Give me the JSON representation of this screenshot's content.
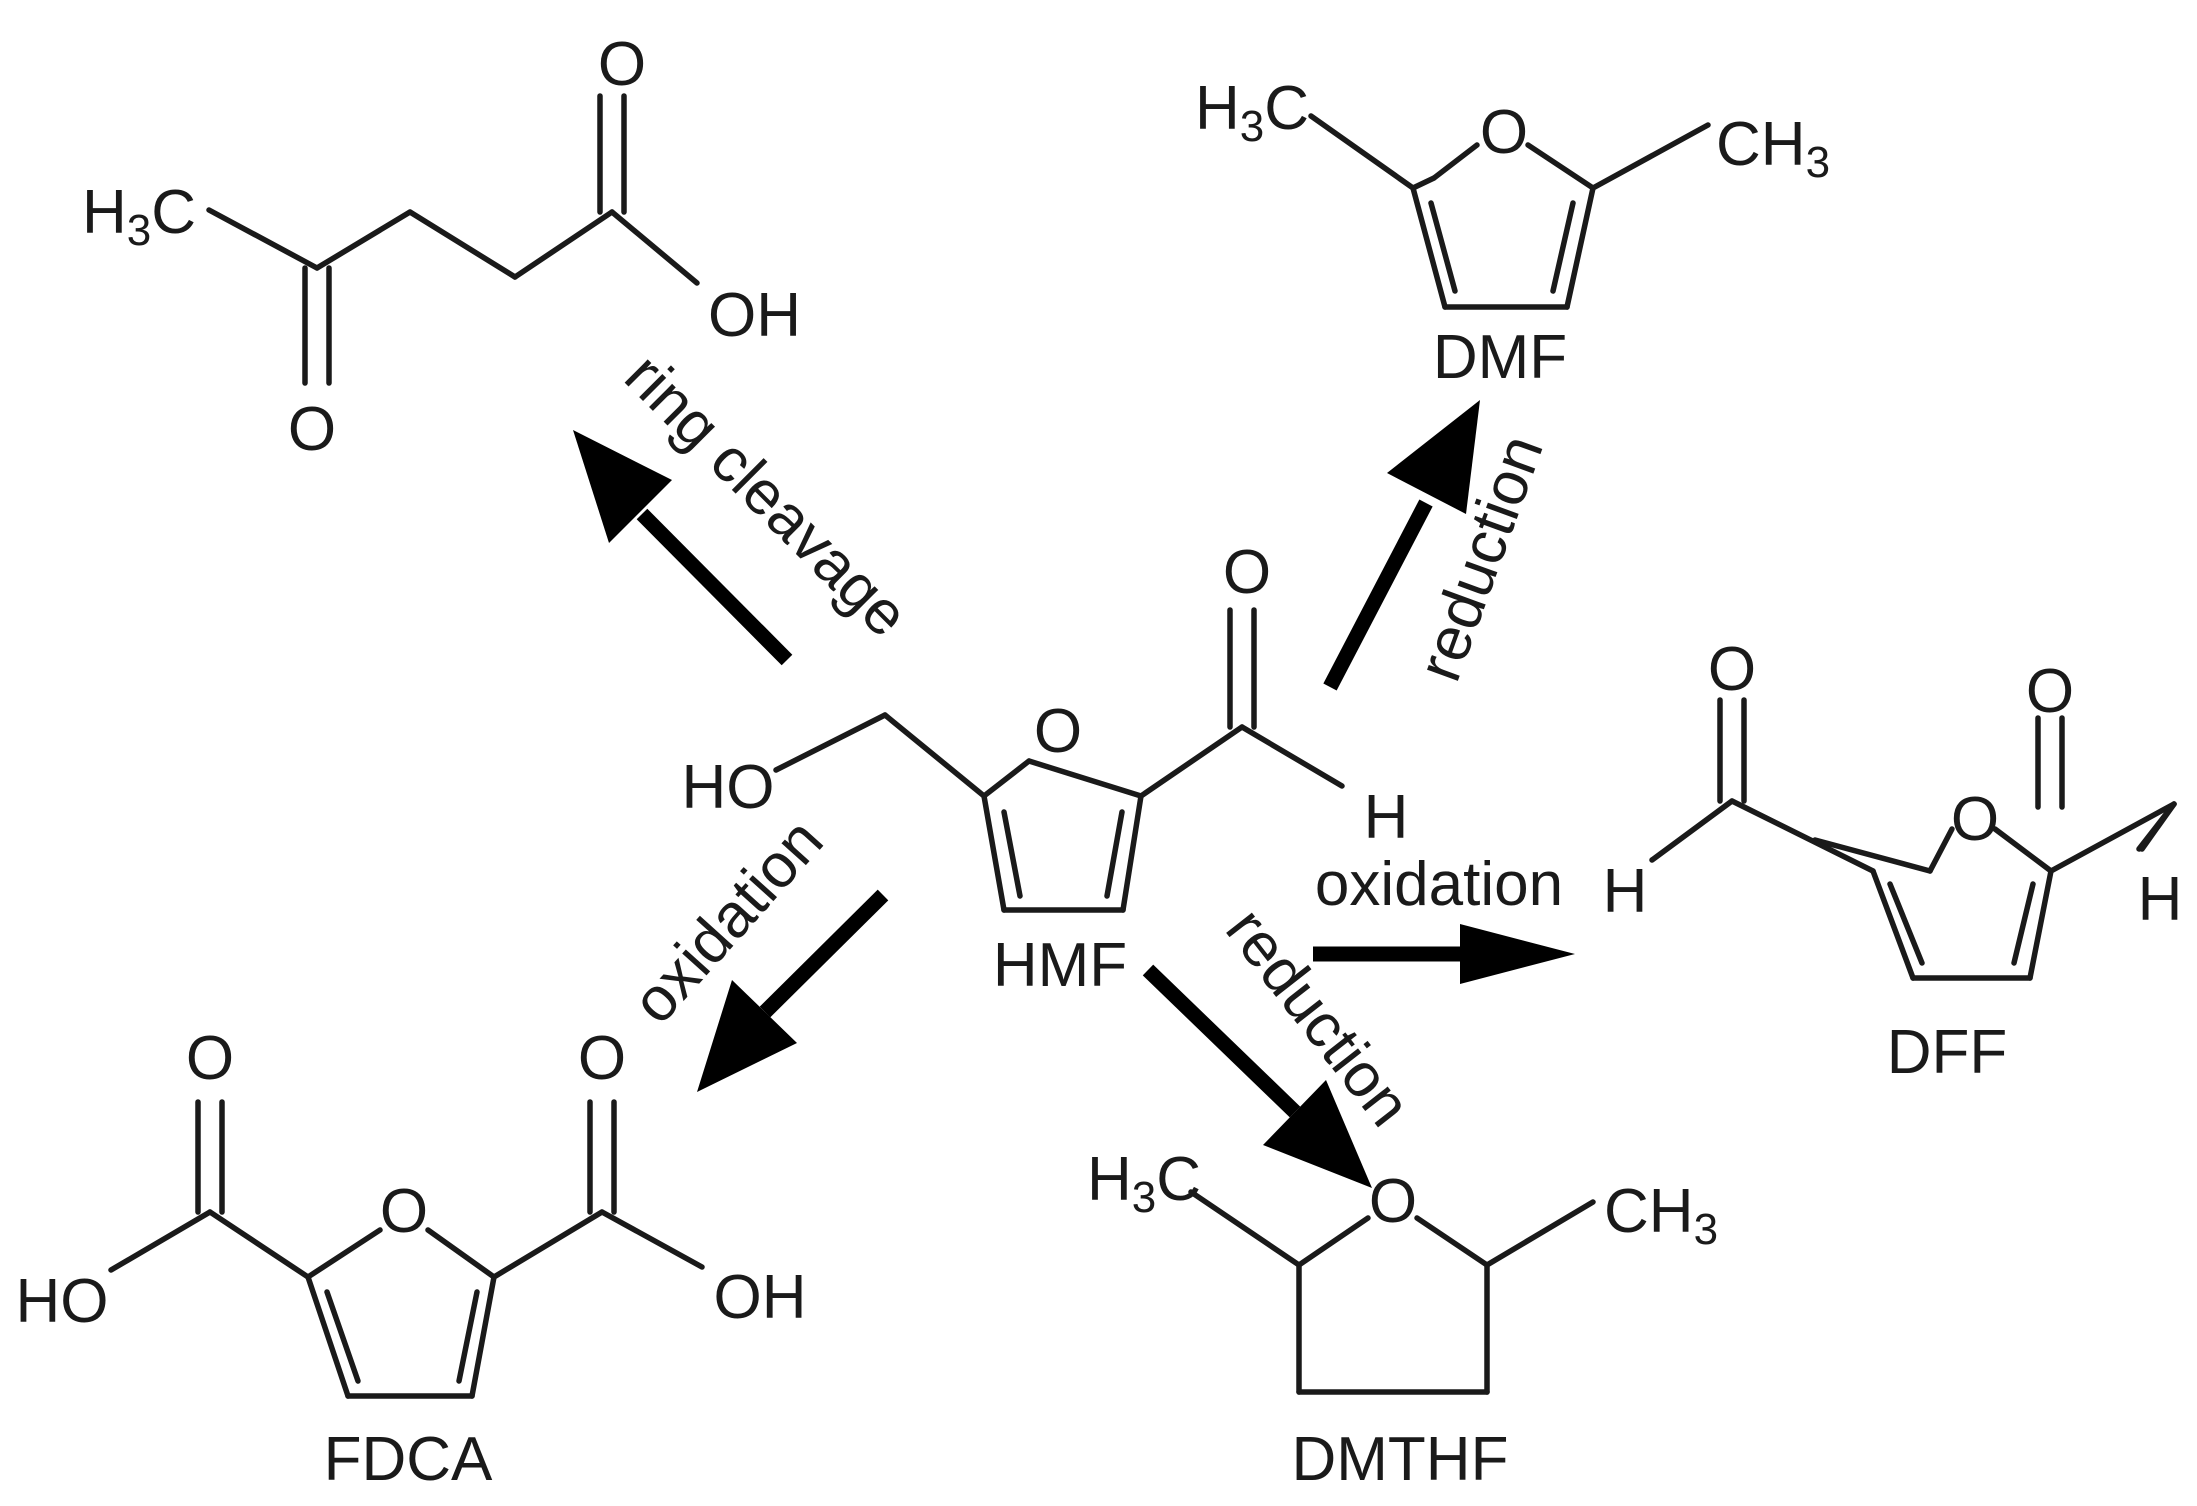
{
  "compounds": {
    "hmf": {
      "name": "HMF",
      "ho": "HO",
      "o_ring": "O",
      "o_ald": "O",
      "h": "H"
    },
    "levulinic": {
      "h": "H",
      "three": "3",
      "c": "C",
      "o_top": "O",
      "oh": "OH",
      "o_ketone": "O"
    },
    "dmf": {
      "name": "DMF",
      "o_ring": "O",
      "left_h": "H",
      "left_3": "3",
      "left_c": "C",
      "right_ch": "CH",
      "right_3": "3"
    },
    "dff": {
      "name": "DFF",
      "o_ring": "O",
      "o_left": "O",
      "o_right": "O",
      "h_left": "H",
      "h_right": "H"
    },
    "fdca": {
      "name": "FDCA",
      "o_ring": "O",
      "o_left": "O",
      "o_right": "O",
      "ho": "HO",
      "oh": "OH"
    },
    "dmthf": {
      "name": "DMTHF",
      "o_ring": "O",
      "left_h": "H",
      "left_3": "3",
      "left_c": "C",
      "right_ch": "CH",
      "right_3": "3"
    }
  },
  "reactions": {
    "ring_cleavage": "ring cleavage",
    "reduction_dmf": "reduction",
    "oxidation_dff": "oxidation",
    "oxidation_fdca": "oxidation",
    "reduction_dmthf": "reduction"
  }
}
